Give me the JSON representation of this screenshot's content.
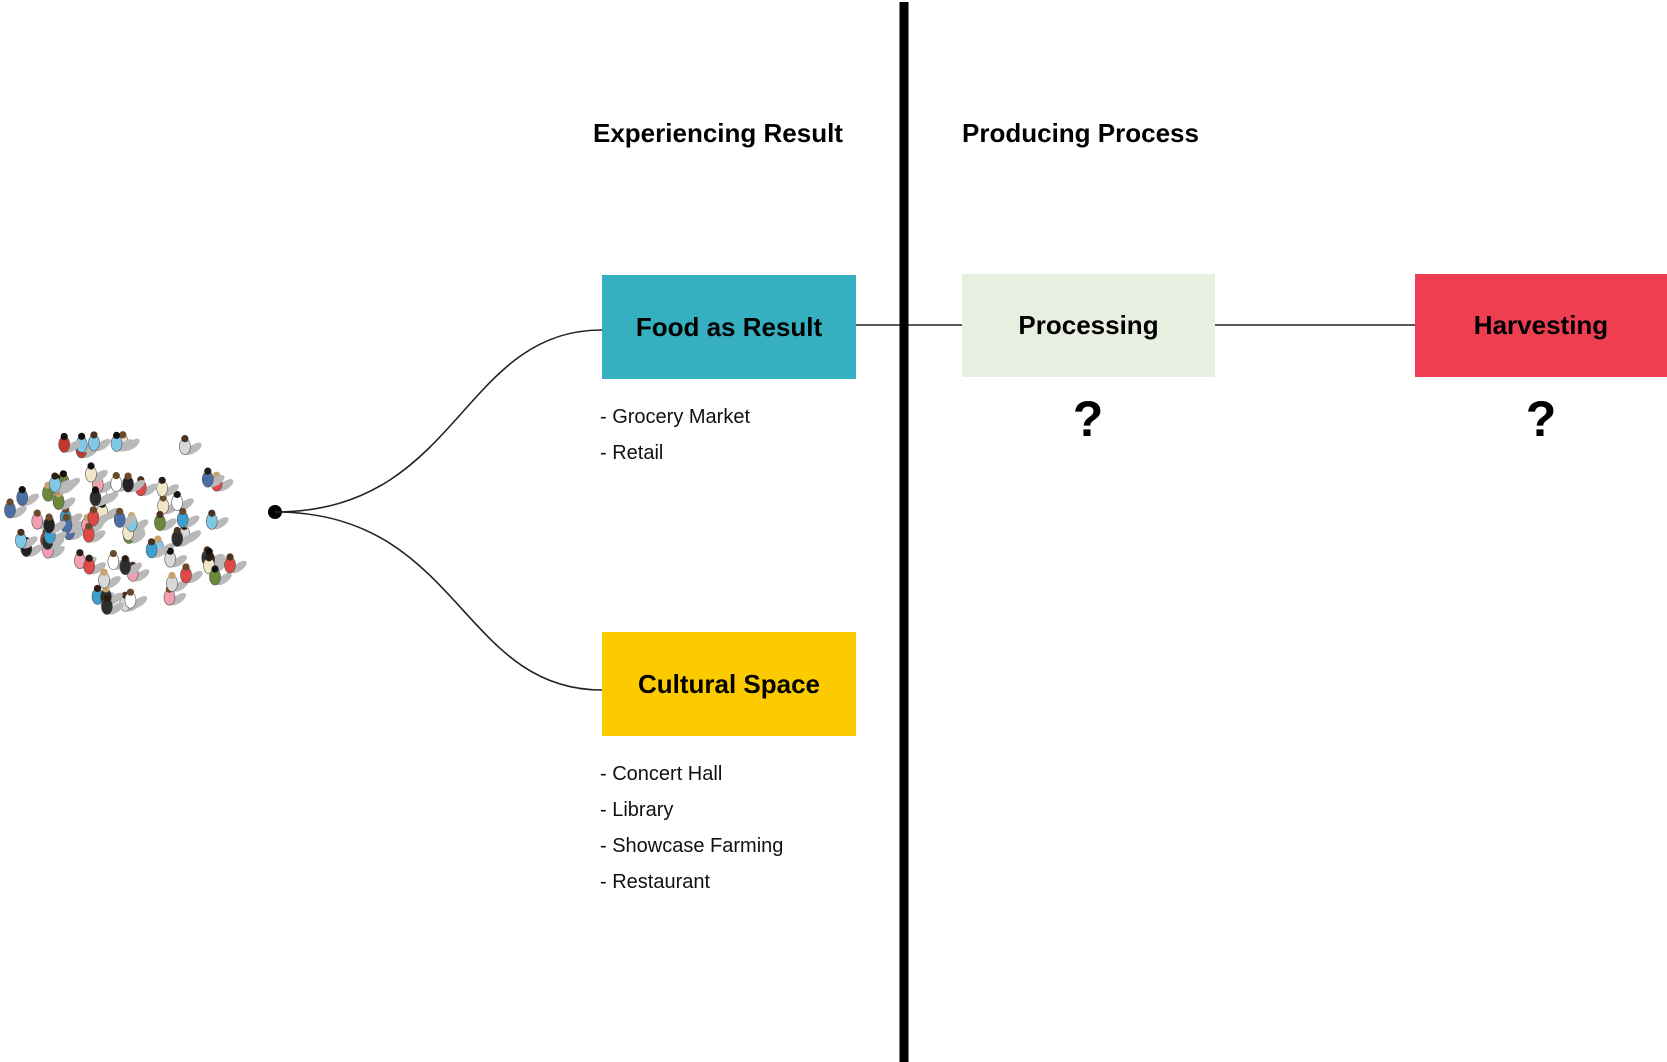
{
  "left_section": {
    "heading": "Experiencing Result",
    "boxes": [
      {
        "label": "Food as Result",
        "color": "#36B0C0",
        "items": [
          "- Grocery Market",
          "- Retail"
        ]
      },
      {
        "label": "Cultural Space",
        "color": "#FBCB00",
        "items": [
          "- Concert Hall",
          "- Library",
          "- Showcase Farming",
          "- Restaurant"
        ]
      }
    ]
  },
  "right_section": {
    "heading": "Producing Process",
    "boxes": [
      {
        "label": "Processing",
        "color": "#E9EFE0",
        "mark": "?"
      },
      {
        "label": "Harvesting",
        "color": "#EE3E50",
        "mark": "?"
      }
    ]
  },
  "crowd": {
    "icon": "crowd-of-people-icon"
  }
}
